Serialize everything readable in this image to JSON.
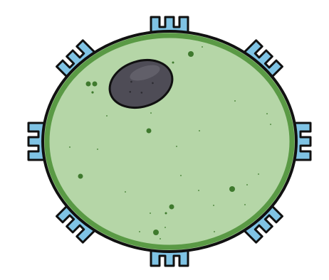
{
  "illustration": {
    "subject": "cell-with-surface-receptors",
    "colors": {
      "background": "#ffffff",
      "cytoplasm": "#b5d6a7",
      "membrane": "#5a9a45",
      "outline": "#111111",
      "receptor": "#7fc3e4",
      "nucleus": "#4e4c56",
      "nucleus_highlight": "#6a6872",
      "granule": "#3f7a2e"
    },
    "receptor_count": 8,
    "granule_count": 11
  }
}
